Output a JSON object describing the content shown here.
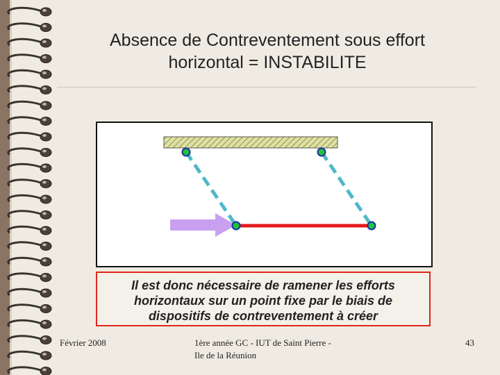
{
  "slide": {
    "title_line1": "Absence de Contreventement sous effort",
    "title_line2": "horizontal = INSTABILITE",
    "callout_line1": "Il est donc nécessaire de ramener les efforts",
    "callout_line2": "horizontaux sur un point fixe par le biais de",
    "callout_line3": "dispositifs de contreventement à créer",
    "footer_date": "Février 2008",
    "footer_course_line1": "1ère année GC - IUT de Saint Pierre -",
    "footer_course_line2": "Ile de la Réunion",
    "page_number": "43"
  },
  "colors": {
    "frame_background": "#8a7565",
    "paper": "#efebe2",
    "callout_border": "#e0271d",
    "beam": "#e41a1c",
    "strut": "#4fb8c9",
    "hinge_fill": "#22c23a",
    "hinge_stroke": "#1a2fa8",
    "force_arrow": "#c9a0f0",
    "ground_hatch": "#8f9640",
    "ground_fill": "#dfe0a6"
  },
  "icons": [
    "spiral-binding-icon",
    "force-arrow-icon",
    "hinge-icon"
  ]
}
